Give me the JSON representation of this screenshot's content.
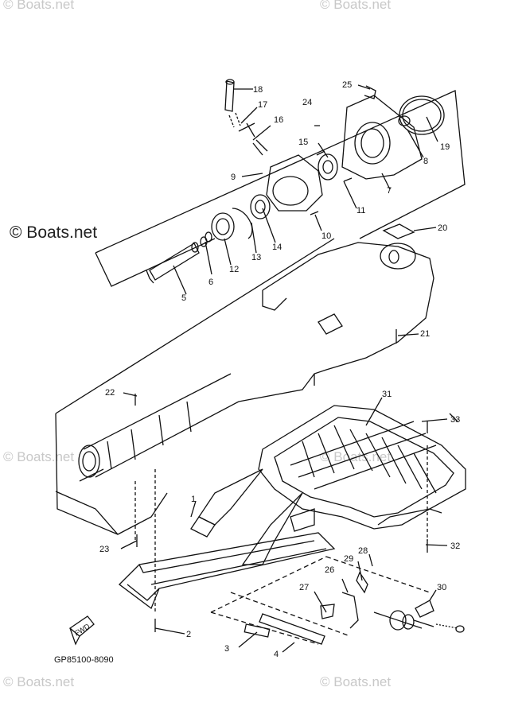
{
  "watermarks": {
    "top_left": "© Boats.net",
    "top_right": "© Boats.net",
    "mid_left": "© Boats.net",
    "mid_right": "© Boats.net",
    "bottom_left": "© Boats.net",
    "bottom_right": "© Boats.net",
    "main": "© Boats.net"
  },
  "diagram_code": "GP85100-8090",
  "fwd_label": "FWD",
  "callouts": [
    "1",
    "2",
    "3",
    "4",
    "5",
    "6",
    "7",
    "8",
    "9",
    "10",
    "11",
    "12",
    "13",
    "14",
    "15",
    "16",
    "17",
    "18",
    "19",
    "20",
    "21",
    "22",
    "23",
    "24",
    "25",
    "26",
    "27",
    "28",
    "29",
    "30",
    "31",
    "32",
    "33"
  ],
  "colors": {
    "line": "#111111",
    "watermark": "#c8c8c8"
  }
}
